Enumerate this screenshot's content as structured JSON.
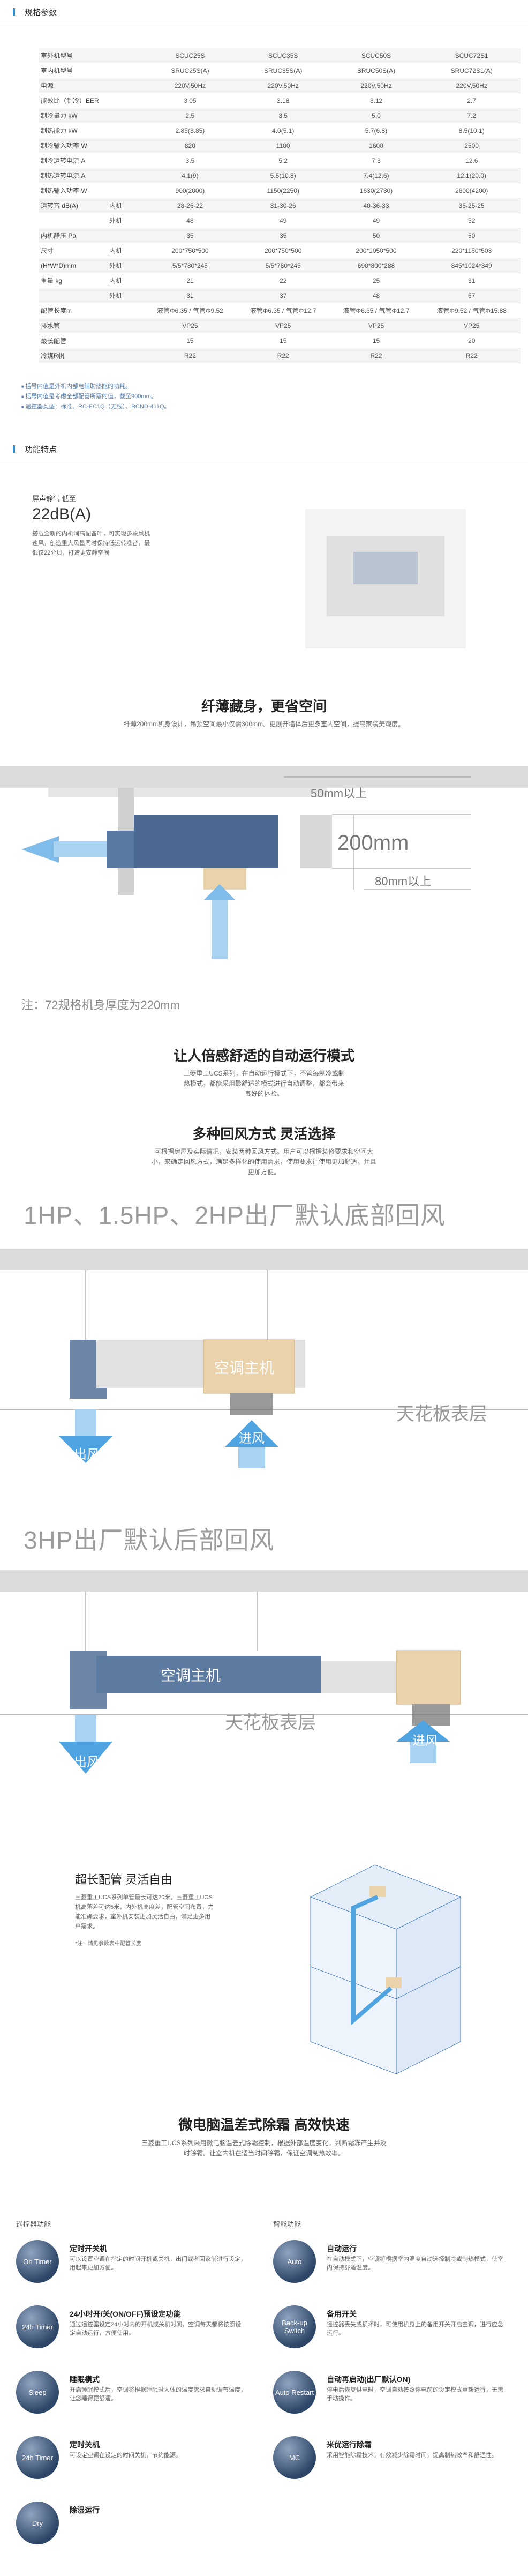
{
  "specs_header": "规格参数",
  "spec_rows": [
    {
      "label": "室外机型号",
      "sub": "",
      "values": [
        "SCUC25S",
        "SCUC35S",
        "SCUC50S",
        "SCUC72S1"
      ]
    },
    {
      "label": "室内机型号",
      "sub": "",
      "values": [
        "SRUC25S(A)",
        "SRUC35S(A)",
        "SRUC50S(A)",
        "SRUC72S1(A)"
      ]
    },
    {
      "label": "电源",
      "sub": "",
      "values": [
        "220V,50Hz",
        "220V,50Hz",
        "220V,50Hz",
        "220V,50Hz"
      ]
    },
    {
      "label": "能效比（制冷）EER",
      "sub": "",
      "values": [
        "3.05",
        "3.18",
        "3.12",
        "2.7"
      ]
    },
    {
      "label": "制冷量力 kW",
      "sub": "",
      "values": [
        "2.5",
        "3.5",
        "5.0",
        "7.2"
      ]
    },
    {
      "label": "制热能力 kW",
      "sub": "",
      "values": [
        "2.85(3.85)",
        "4.0(5.1)",
        "5.7(6.8)",
        "8.5(10.1)"
      ]
    },
    {
      "label": "制冷输入功率 W",
      "sub": "",
      "values": [
        "820",
        "1100",
        "1600",
        "2500"
      ]
    },
    {
      "label": "制冷运转电流 A",
      "sub": "",
      "values": [
        "3.5",
        "5.2",
        "7.3",
        "12.6"
      ]
    },
    {
      "label": "制热运转电流 A",
      "sub": "",
      "values": [
        "4.1(9)",
        "5.5(10.8)",
        "7.4(12.6)",
        "12.1(20.0)"
      ]
    },
    {
      "label": "制热输入功率 W",
      "sub": "",
      "values": [
        "900(2000)",
        "1150(2250)",
        "1630(2730)",
        "2600(4200)"
      ]
    },
    {
      "label": "运转音 dB(A)",
      "sub": "内机",
      "values": [
        "28-26-22",
        "31-30-26",
        "40-36-33",
        "35-25-25"
      ]
    },
    {
      "label": "",
      "sub": "外机",
      "values": [
        "48",
        "49",
        "49",
        "52"
      ]
    },
    {
      "label": "内机静压 Pa",
      "sub": "",
      "values": [
        "35",
        "35",
        "50",
        "50"
      ]
    },
    {
      "label": "尺寸",
      "sub": "内机",
      "values": [
        "200*750*500",
        "200*750*500",
        "200*1050*500",
        "220*1150*503"
      ]
    },
    {
      "label": "(H*W*D)mm",
      "sub": "外机",
      "values": [
        "5/5*780*245",
        "5/5*780*245",
        "690*800*288",
        "845*1024*349"
      ]
    },
    {
      "label": "重量 kg",
      "sub": "内机",
      "values": [
        "21",
        "22",
        "25",
        "31"
      ]
    },
    {
      "label": "",
      "sub": "外机",
      "values": [
        "31",
        "37",
        "48",
        "67"
      ]
    },
    {
      "label": "配管长度m",
      "sub": "",
      "values": [
        "液管Φ6.35 / 气管Φ9.52",
        "液管Φ6.35 / 气管Φ12.7",
        "液管Φ6.35 / 气管Φ12.7",
        "液管Φ9.52 / 气管Φ15.88"
      ]
    },
    {
      "label": "排水管",
      "sub": "",
      "values": [
        "VP25",
        "VP25",
        "VP25",
        "VP25"
      ]
    },
    {
      "label": "最长配管",
      "sub": "",
      "values": [
        "15",
        "15",
        "15",
        "20"
      ]
    },
    {
      "label": "冷媒R帆",
      "sub": "",
      "values": [
        "R22",
        "R22",
        "R22",
        "R22"
      ]
    }
  ],
  "notes": [
    "括号内值是外机内部电辅助热能的功耗。",
    "括号内值是考虑全部配管所需的值，截至900mm。",
    "遥控器类型：标准、RC-EC1Q（无线）、RCND-411Q。"
  ],
  "func_header": "功能特点",
  "quiet": {
    "line1": "屏声静气 低至",
    "line2": "22dB(A)",
    "desc": "搭载全新的内机消高配备叶，可实现多段风机速风，创造重大风量同时保持低运转噪音，最低仅22分贝，打造更安静空间"
  },
  "slim": {
    "title": "纤薄藏身，更省空间",
    "desc": "纤薄200mm机身设计，吊顶空间最小仅需300mm。更展开墙体后更多室内空间，提高家装美观度。",
    "dim_top": "50mm以上",
    "dim_mid": "200mm",
    "dim_bot": "80mm以上",
    "note": "注：72规格机身厚度为220mm"
  },
  "auto": {
    "title": "让人倍感舒适的自动运行模式",
    "desc": "三菱重工UCS系列，在自动运行模式下，不管每制冷或制热模式，都能采用最舒适的模式进行自动调整，都会带来良好的体验。"
  },
  "multi": {
    "title": "多种回风方式 灵活选择",
    "desc": "可根据房屋及实际情况，安装两种回风方式。用户可以根据装修要求和空间大小，来确定回风方式，满足多样化的使用需求，使用要求让使用更加舒适，并且更加方便。",
    "mode1": "1HP、1.5HP、2HP出厂默认底部回风",
    "mode2": "3HP出厂默认后部回风",
    "unit_label": "空调主机",
    "ceiling": "天花板表层",
    "outlet": "出风",
    "inlet": "进风"
  },
  "pipe": {
    "title": "超长配管 灵活自由",
    "desc": "三菱重工UCS系列单管最长可达20米，三菱重工UCS机高落差可达5米，内外机高度差，配管空间布置，力能准确要求，室外机安装更加灵活自由，满足更多用户需求。",
    "note": "*注：请见参数表中配管长度"
  },
  "defrost": {
    "title": "微电脑温差式除霜 高效快速",
    "desc": "三菱重工UCS系列采用微电脑温差式除霜控制，根据外部温度变化，判断霜冻产生并及时除霜。让室内机在适当时间除霜，保证空调制热效率。"
  },
  "features": {
    "left_title": "遥控器功能",
    "right_title": "智能功能",
    "left": [
      {
        "icon": "On Timer",
        "title": "定时开关机",
        "desc": "可以设置空调在指定的时间开机或关机，出门或者回家前进行设定，用起来更加方便。"
      },
      {
        "icon": "24h Timer",
        "title": "24小时开/关(ON/OFF)预设定功能",
        "desc": "通过遥控器设定24小时内的开机或关机时间，空调每天都将按照设定自动运行，方便使用。"
      },
      {
        "icon": "Sleep",
        "title": "睡眠模式",
        "desc": "开启睡眠模式后，空调将根据睡眠时人体的温度需求自动调节温度，让您睡得更舒适。"
      },
      {
        "icon": "24h Timer",
        "title": "定时关机",
        "desc": "可设定空调在设定的时间关机，节约能源。"
      },
      {
        "icon": "Dry",
        "title": "除湿运行",
        "desc": ""
      }
    ],
    "right": [
      {
        "icon": "Auto",
        "title": "自动运行",
        "desc": "在自动模式下，空调将根据室内温度自动选择制冷或制热模式，使室内保持舒适温度。"
      },
      {
        "icon": "Back-up Switch",
        "title": "备用开关",
        "desc": "遥控器丢失或损坏时，可使用机身上的备用开关开启空调，进行应急运行。"
      },
      {
        "icon": "Auto Restart",
        "title": "自动再启动(出厂默认ON)",
        "desc": "停电后恢复供电时，空调自动按照停电前的设定模式重新运行，无需手动操作。"
      },
      {
        "icon": "MC",
        "title": "米优运行除霜",
        "desc": "采用智能除霜技术，有效减少除霜时间，提高制热效率和舒适性。"
      }
    ]
  },
  "colors": {
    "accent": "#2b8bd2",
    "unit_blue": "#4a6890",
    "arrow_blue": "#4fa3e0",
    "beige": "#ead2aa"
  }
}
